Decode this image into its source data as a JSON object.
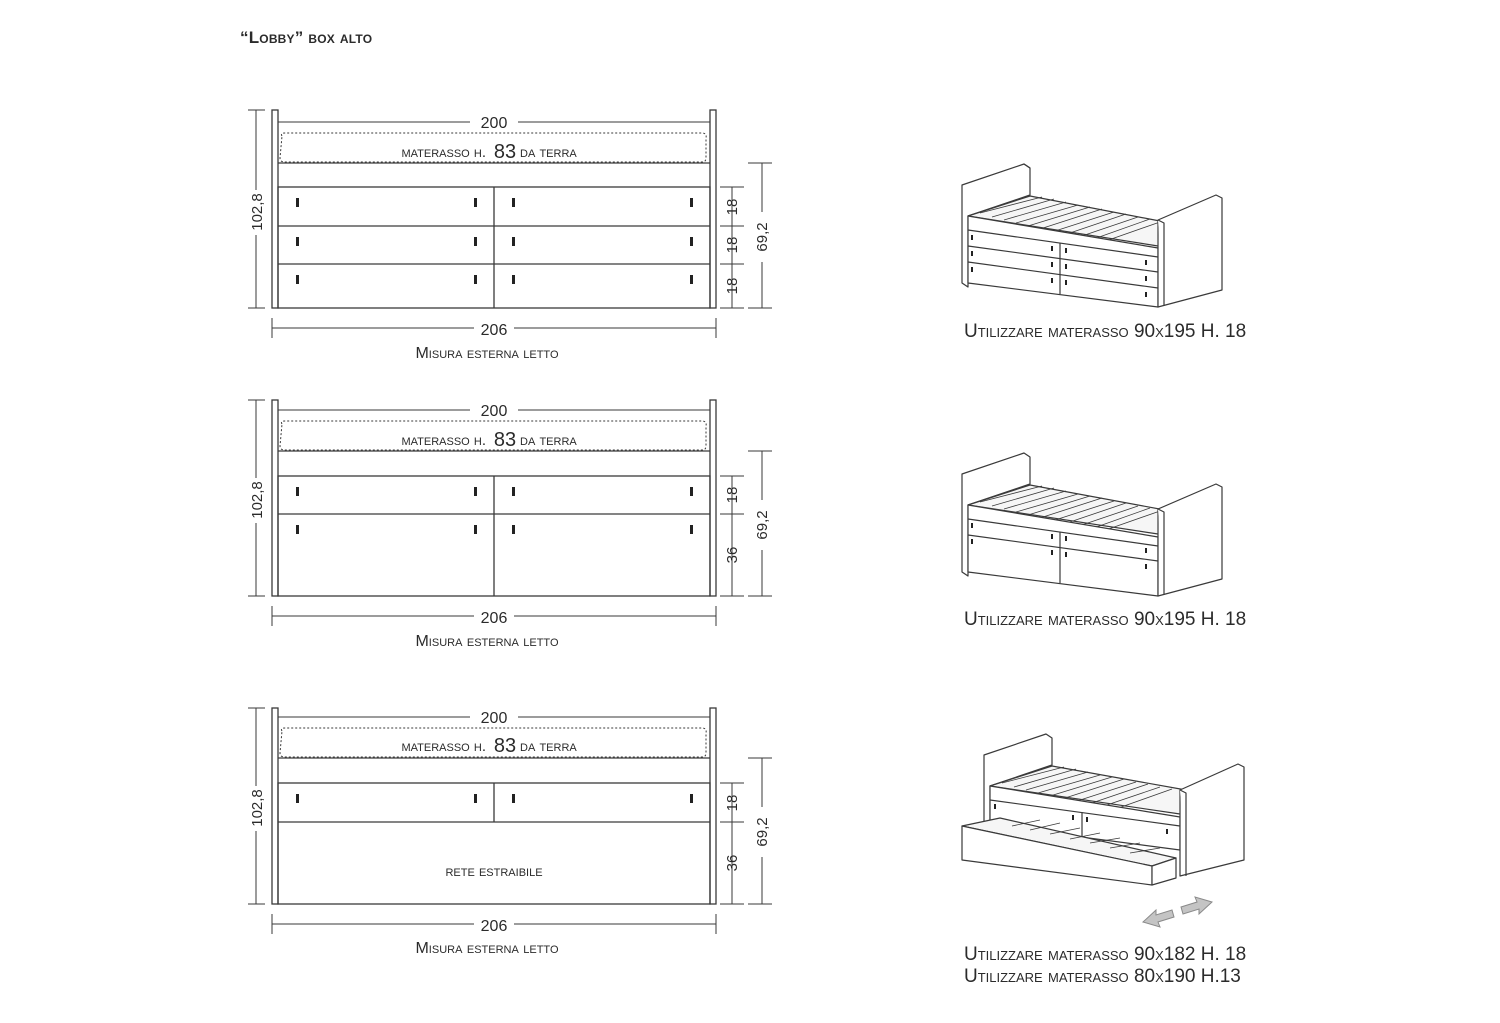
{
  "title": "“Lobby” box alto",
  "drawings": [
    {
      "top_dim": "200",
      "mattress_label_pre": "materasso h.",
      "mattress_height": "83",
      "mattress_label_post": "da terra",
      "height_dim": "102,8",
      "right_dims": [
        "18",
        "18",
        "18"
      ],
      "right_total": "69,2",
      "bottom_dim": "206",
      "bottom_label": "Misura esterna letto",
      "middle_text": "",
      "use_lines": [
        "Utilizzare materasso 90x195 H. 18"
      ]
    },
    {
      "top_dim": "200",
      "mattress_label_pre": "materasso h.",
      "mattress_height": "83",
      "mattress_label_post": "da terra",
      "height_dim": "102,8",
      "right_dims": [
        "18",
        "36"
      ],
      "right_total": "69,2",
      "bottom_dim": "206",
      "bottom_label": "Misura esterna letto",
      "middle_text": "",
      "use_lines": [
        "Utilizzare materasso 90x195 H. 18"
      ]
    },
    {
      "top_dim": "200",
      "mattress_label_pre": "materasso h.",
      "mattress_height": "83",
      "mattress_label_post": "da terra",
      "height_dim": "102,8",
      "right_dims": [
        "18",
        "36"
      ],
      "right_total": "69,2",
      "bottom_dim": "206",
      "bottom_label": "Misura esterna letto",
      "middle_text": "rete estraibile",
      "use_lines": [
        "Utilizzare materasso 90x182 H. 18",
        "Utilizzare materasso 80x190 H.13"
      ]
    }
  ],
  "colors": {
    "line": "#3a3a3a",
    "arrow": "#b8b8b8"
  }
}
